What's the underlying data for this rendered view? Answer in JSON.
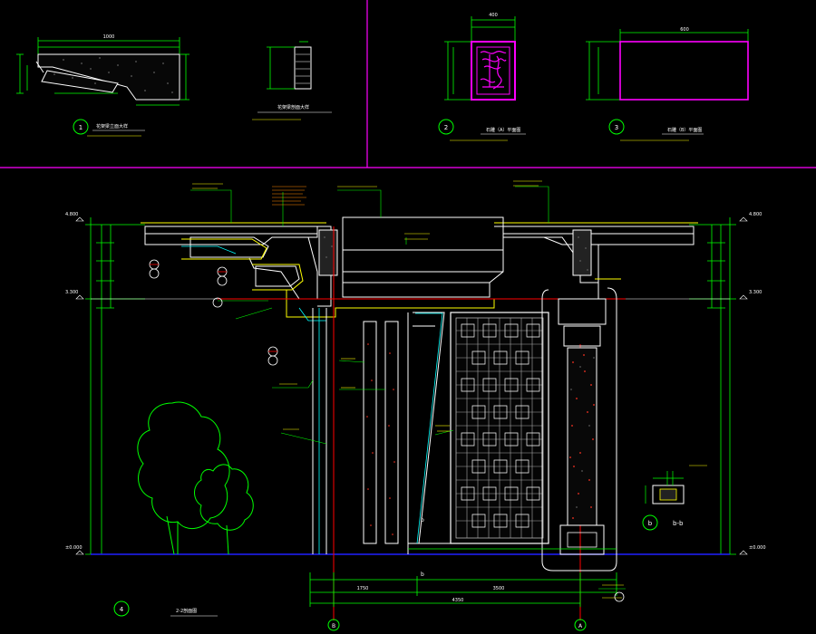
{
  "colors": {
    "background": "#000000",
    "frame": "#ff00ff",
    "outline": "#ffffff",
    "dimension": "#00ff00",
    "axis": "#ff0000",
    "ground": "#2020ff",
    "label_yellow": "#ffff00",
    "cyan": "#00ffff",
    "orange": "#ff8800",
    "tree": "#00ff00",
    "texture_red": "#ff3322"
  },
  "detail_markers": [
    "1",
    "2",
    "3",
    "4",
    "b"
  ],
  "detail_titles": {
    "d1": "花架梁立面大样",
    "d1_mid": "花架梁剖面大样",
    "d2": "石雕（A）平面图",
    "d3": "石雕（B）平面图",
    "d4": "2-2剖面图",
    "section_bb": "b-b"
  },
  "grid_bubbles": [
    "B",
    "A"
  ],
  "section_mark": "b",
  "dimensions": {
    "d1_top": "1000",
    "d2_top": "400",
    "d3_top": "600",
    "bottom_left": "1750",
    "bottom_right": "3500",
    "bottom_total": "4350"
  },
  "elevations": {
    "top_left": "4.800",
    "top_right": "4.800",
    "mid_left": "3.300",
    "mid_right": "3.300",
    "ground_left": "±0.000",
    "ground_right": "±0.000"
  }
}
